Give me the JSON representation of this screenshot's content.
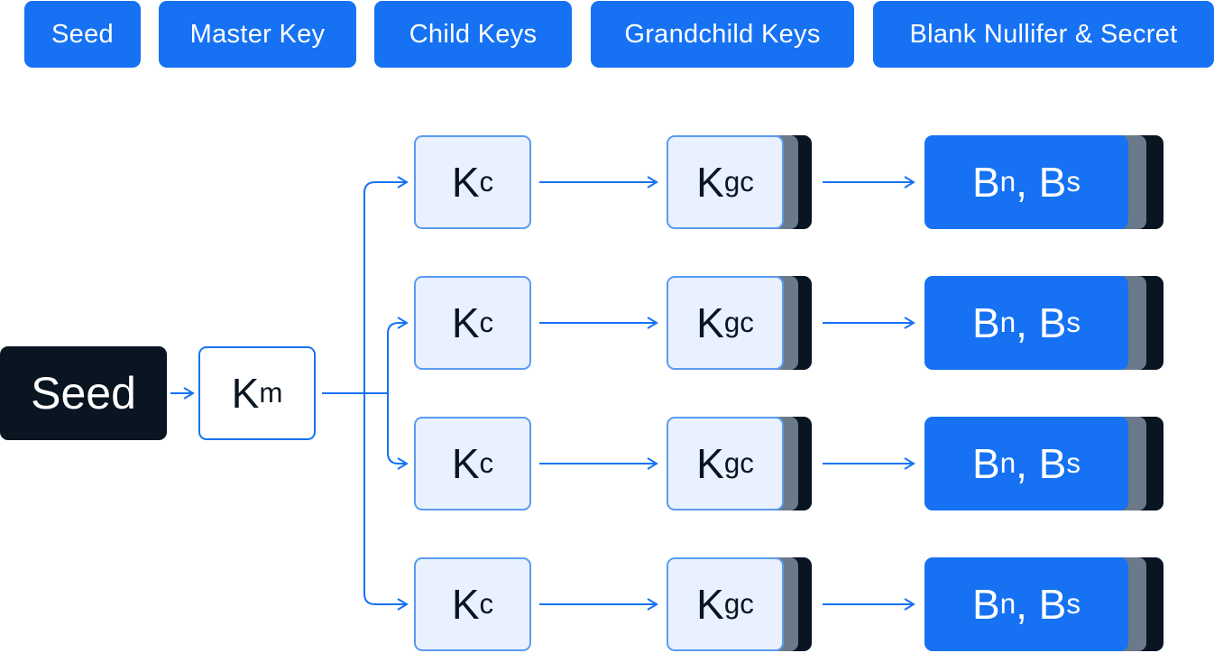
{
  "header": {
    "tabs": [
      {
        "label": "Seed"
      },
      {
        "label": "Master Key"
      },
      {
        "label": "Child Keys"
      },
      {
        "label": "Grandchild Keys"
      },
      {
        "label": "Blank Nullifer & Secret"
      }
    ]
  },
  "diagram": {
    "seed": {
      "label": "Seed"
    },
    "master": {
      "base": "K",
      "sub": "m"
    },
    "child": {
      "base": "K",
      "sub": "c"
    },
    "grandchild": {
      "base": "K",
      "sub": "gc"
    },
    "blank": {
      "base1": "B",
      "sub1": "n",
      "sep": ", ",
      "base2": "B",
      "sub2": "s"
    }
  },
  "colors": {
    "accent": "#1672f3",
    "dark": "#0a1522",
    "light_fill": "#e8f1fd",
    "stack_grey": "#6a7a8a"
  }
}
